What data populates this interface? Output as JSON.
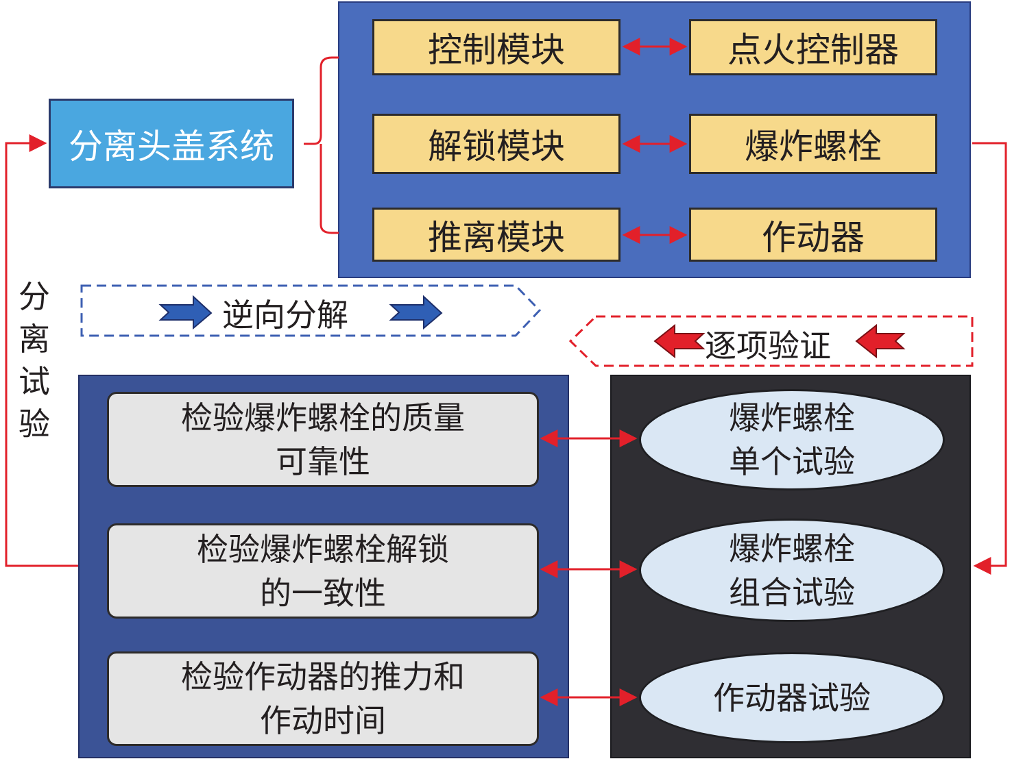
{
  "system": {
    "label": "分离头盖系统"
  },
  "modules": [
    {
      "module": "控制模块",
      "component": "点火控制器"
    },
    {
      "module": "解锁模块",
      "component": "爆炸螺栓"
    },
    {
      "module": "推离模块",
      "component": "作动器"
    }
  ],
  "reverse_decomposition": {
    "label": "逆向分解"
  },
  "item_verification": {
    "label": "逐项验证"
  },
  "separation_test": {
    "chars": [
      "分",
      "离",
      "试",
      "验"
    ]
  },
  "checks": [
    {
      "line1": "检验爆炸螺栓的质量",
      "line2": "可靠性"
    },
    {
      "line1": "检验爆炸螺栓解锁",
      "line2": "的一致性"
    },
    {
      "line1": "检验作动器的推力和",
      "line2": "作动时间"
    }
  ],
  "tests": [
    {
      "line1": "爆炸螺栓",
      "line2": "单个试验"
    },
    {
      "line1": "爆炸螺栓",
      "line2": "组合试验"
    },
    {
      "line1": "作动器试验"
    }
  ],
  "colors": {
    "arrow": "#e2202a",
    "blue_arrow": "#2f5fb5",
    "module_fill": "#f7d98b",
    "system_fill": "#4aa7e0",
    "panel_top": "#4a6dbd",
    "panel_left": "#3b5396",
    "panel_right": "#2f2e33"
  }
}
